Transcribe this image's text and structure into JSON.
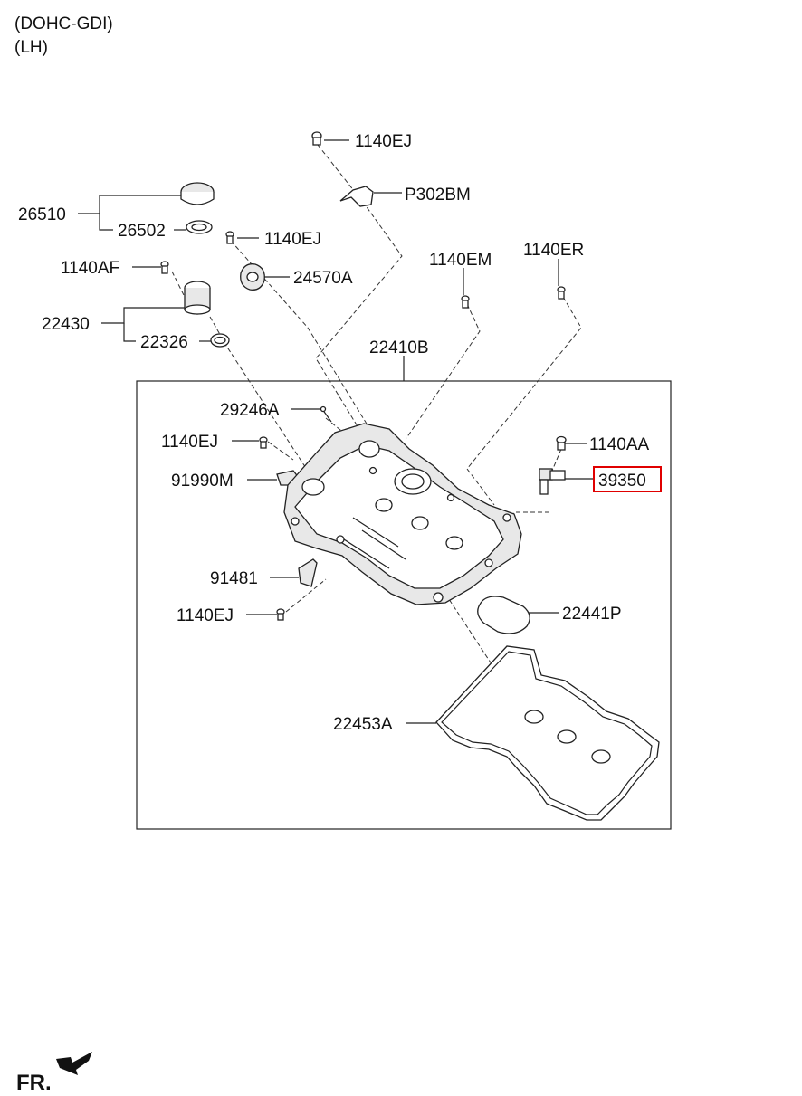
{
  "header": {
    "line1": "(DOHC-GDI)",
    "line2": "(LH)"
  },
  "labels": {
    "p1140ej_top": "1140EJ",
    "p302bm": "P302BM",
    "p26510": "26510",
    "p26502": "26502",
    "p1140ej_mid": "1140EJ",
    "p1140af": "1140AF",
    "p24570a": "24570A",
    "p1140em": "1140EM",
    "p1140er": "1140ER",
    "p22430": "22430",
    "p22326": "22326",
    "p22410b": "22410B",
    "p29246a": "29246A",
    "p1140ej_left": "1140EJ",
    "p1140aa": "1140AA",
    "p91990m": "91990M",
    "p39350": "39350",
    "p91481": "91481",
    "p22441p": "22441P",
    "p1140ej_bottom": "1140EJ",
    "p22453a": "22453A"
  },
  "highlight": {
    "part": "39350",
    "color": "#e00000"
  },
  "footer": {
    "direction_label": "FR."
  }
}
